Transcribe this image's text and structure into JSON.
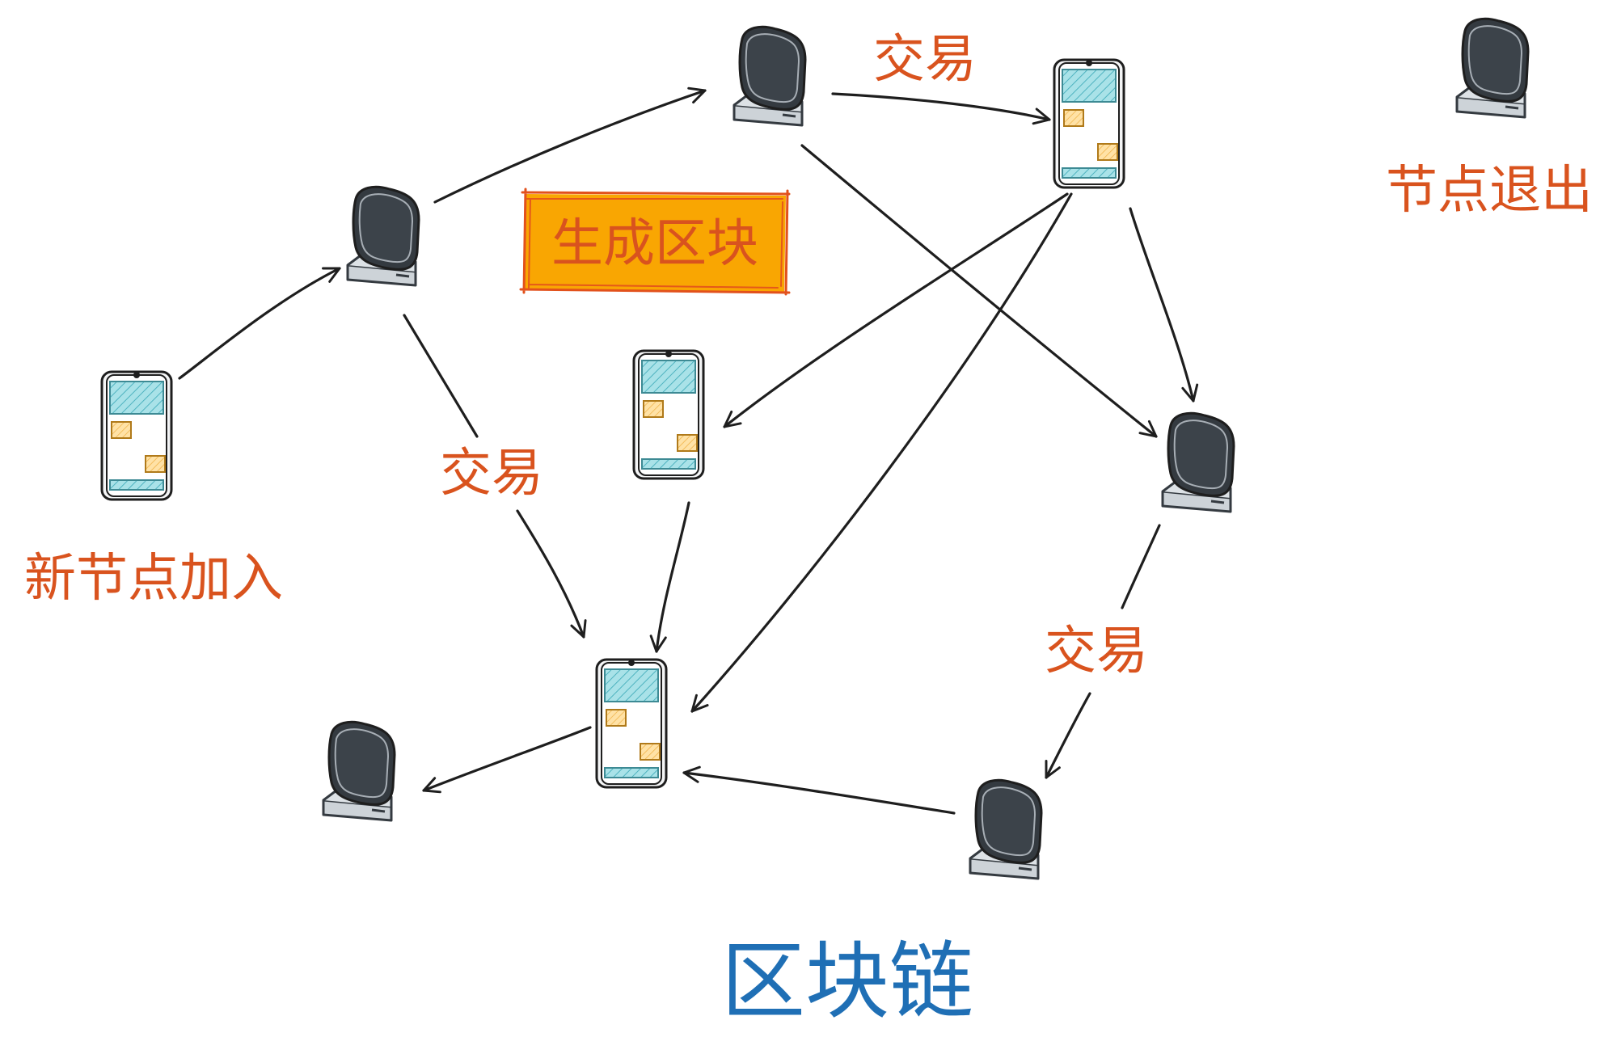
{
  "diagram": {
    "title": "区块链",
    "labels": {
      "new_node_joins": "新节点加入",
      "node_exits": "节点退出",
      "generate_block": "生成区块",
      "transaction": "交易"
    },
    "colors": {
      "label": "#d9531e",
      "title": "#1f6fb5",
      "highlight_fill": "#f9a602",
      "highlight_stroke": "#e2511c",
      "device_dark": "#343a40",
      "device_base": "#cdd3d8",
      "phone_screen_top": "#86d0d8",
      "phone_card": "#ffd58a",
      "arrow": "#1e1e1e"
    }
  }
}
